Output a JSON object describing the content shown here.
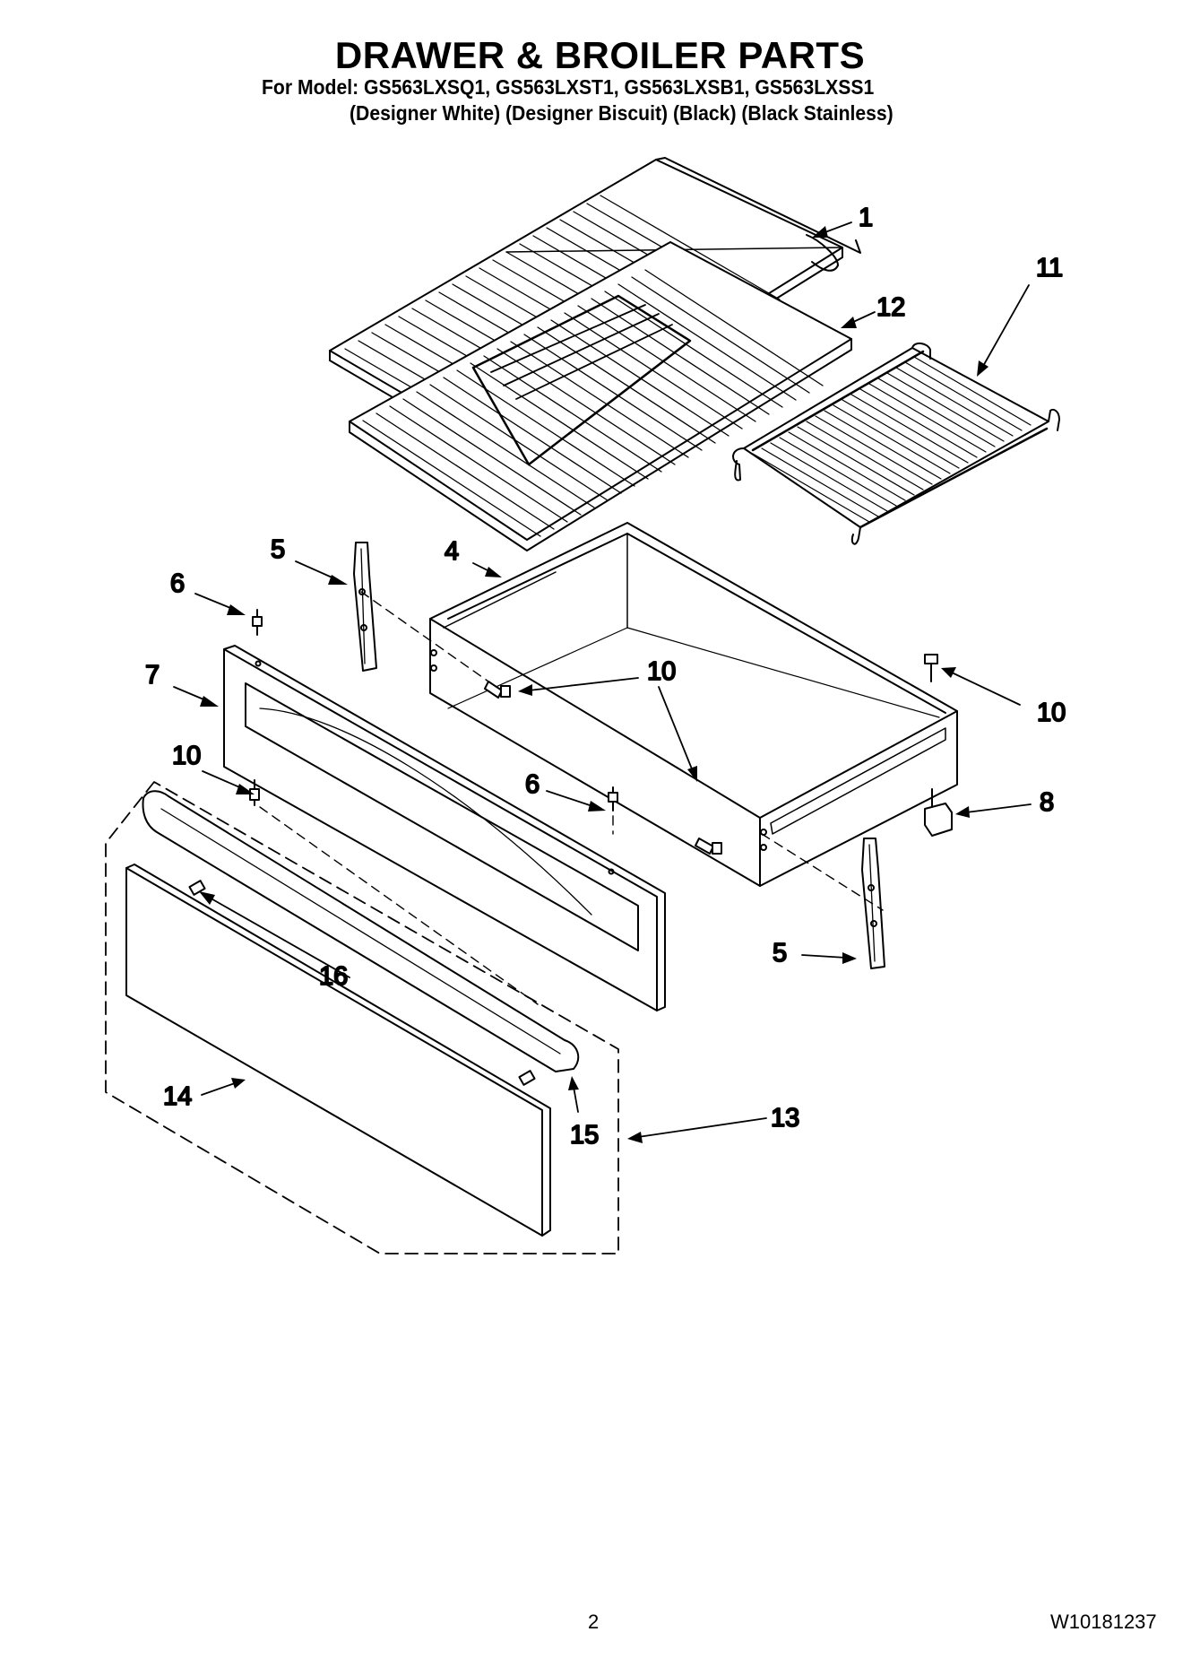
{
  "header": {
    "title": "DRAWER & BROILER PARTS",
    "model_line": "For Model: GS563LXSQ1, GS563LXST1, GS563LXSB1, GS563LXSS1",
    "variants_line": "(Designer White) (Designer Biscuit) (Black) (Black Stainless)"
  },
  "callouts": {
    "c1": "1",
    "c12": "12",
    "c11": "11",
    "c5a": "5",
    "c4": "4",
    "c6a": "6",
    "c7": "7",
    "c10a": "10",
    "c10b": "10",
    "c10c": "10",
    "c6b": "6",
    "c8": "8",
    "c5b": "5",
    "c16": "16",
    "c14": "14",
    "c15": "15",
    "c13": "13"
  },
  "footer": {
    "page_number": "2",
    "document_number": "W10181237"
  }
}
